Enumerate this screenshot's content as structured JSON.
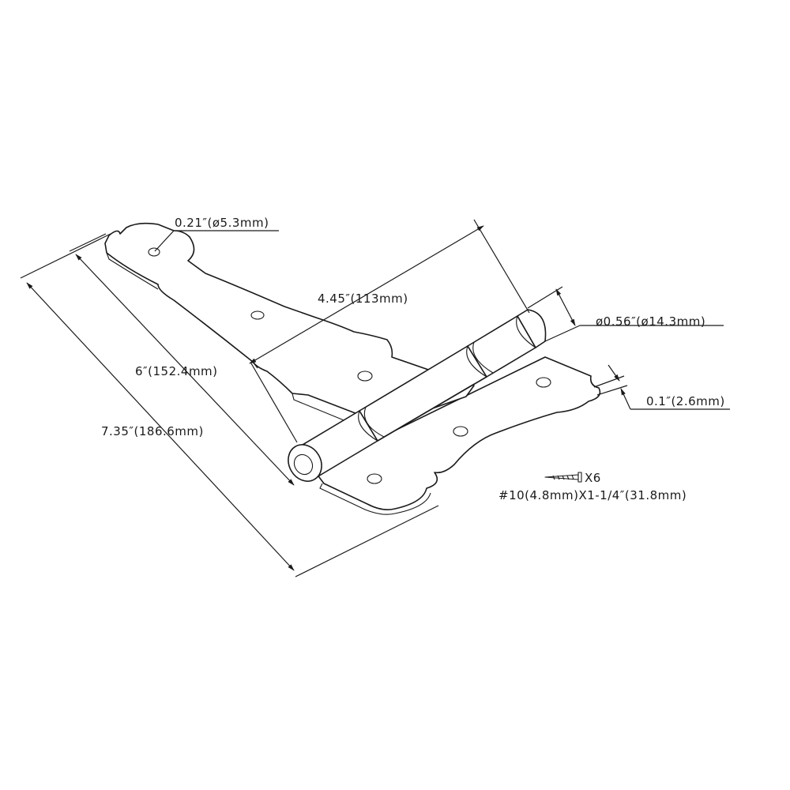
{
  "dimensions": {
    "hole_diameter": "0.21″(ø5.3mm)",
    "leaf_width": "4.45″(113mm)",
    "pin_diameter": "ø0.56″(ø14.3mm)",
    "thickness": "0.1″(2.6mm)",
    "strap_length": "6″(152.4mm)",
    "overall_length": "7.35″(186.6mm)"
  },
  "screws": {
    "quantity": "X6",
    "spec": "#10(4.8mm)X1-1/4″(31.8mm)"
  }
}
